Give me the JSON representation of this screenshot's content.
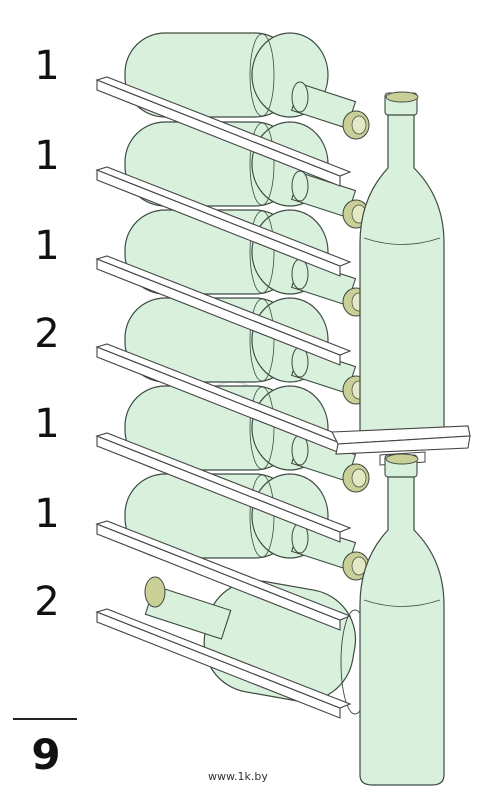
{
  "rows": [
    {
      "count": "1"
    },
    {
      "count": "1"
    },
    {
      "count": "1"
    },
    {
      "count": "2"
    },
    {
      "count": "1"
    },
    {
      "count": "1"
    },
    {
      "count": "2"
    }
  ],
  "total": "9",
  "source": "www.1k.by",
  "colors": {
    "bottle_fill": "#d8f0dc",
    "bottle_stroke": "#3d4a40",
    "cork": "#c9cf97",
    "rod_fill": "#ffffff",
    "rod_stroke": "#444444",
    "watermark": "#e6e6e6"
  }
}
